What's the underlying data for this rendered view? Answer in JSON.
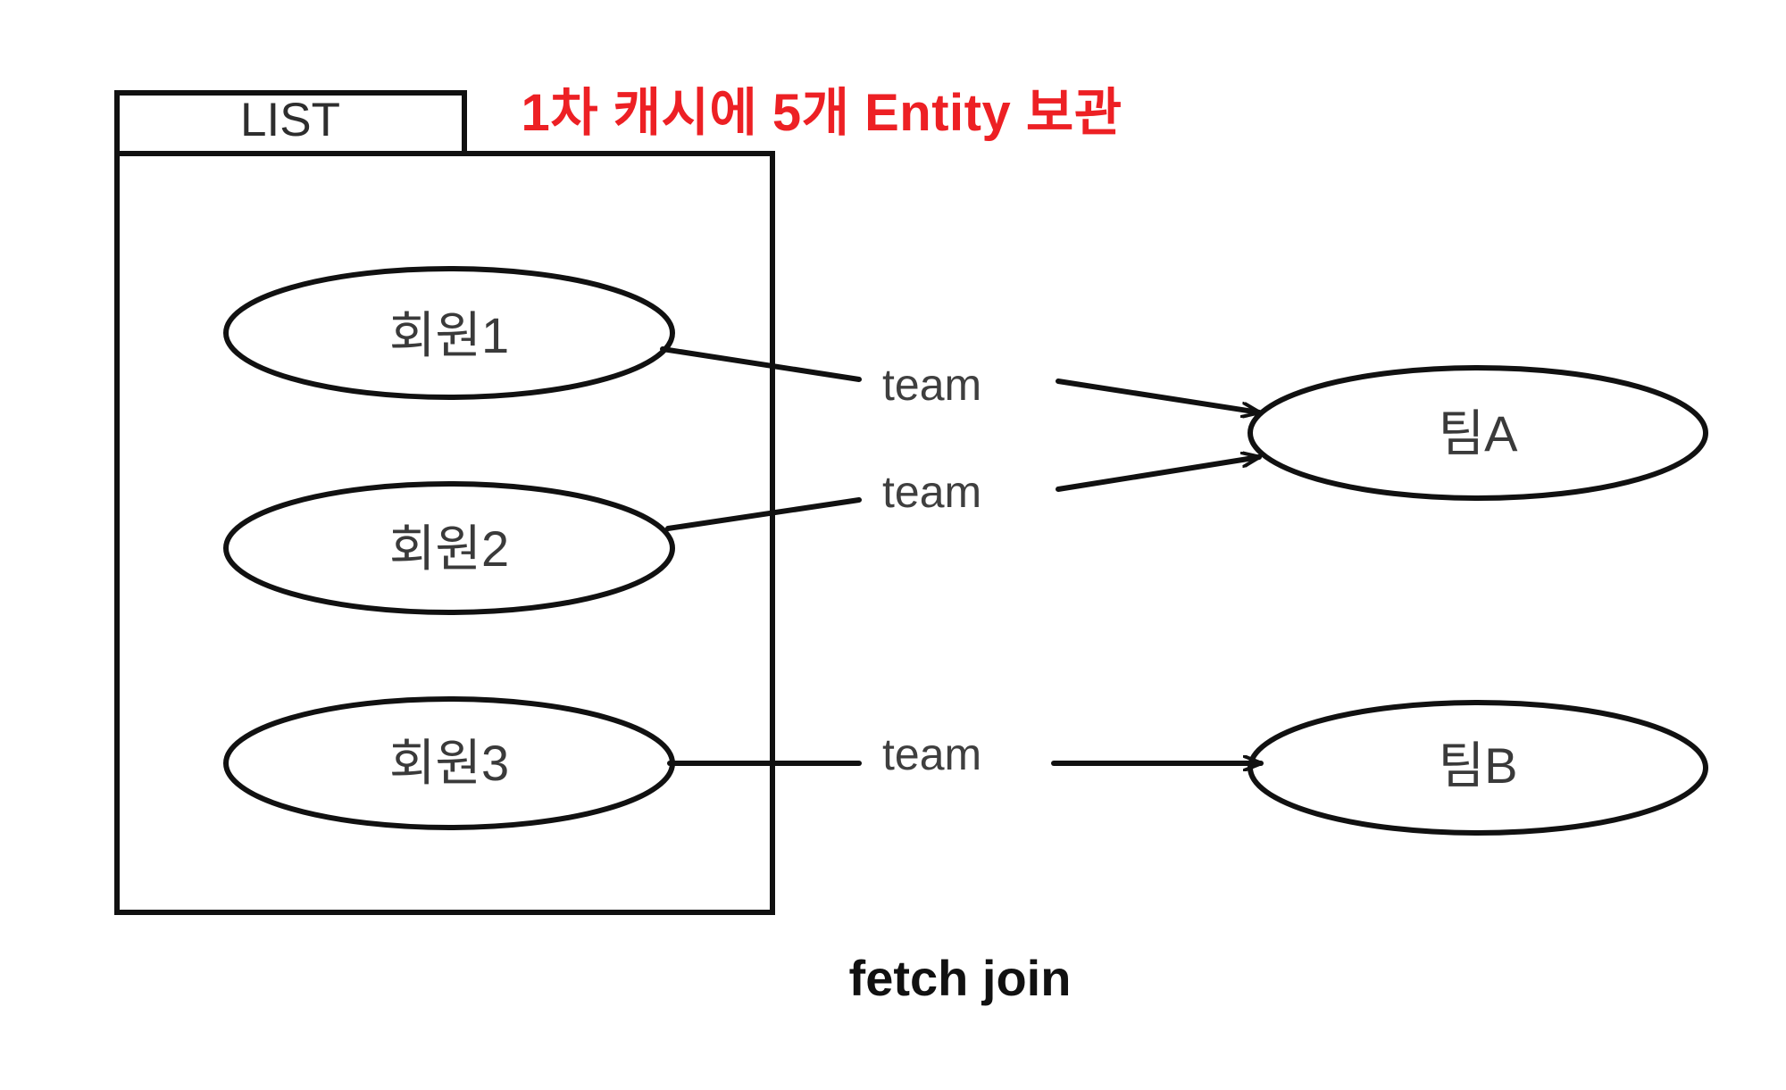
{
  "diagram": {
    "title_annotation": "1차 캐시에 5개 Entity 보관",
    "caption": "fetch join",
    "container": {
      "name": "LIST",
      "tab_label": "LIST"
    },
    "members": [
      {
        "id": "member1",
        "label": "회원1"
      },
      {
        "id": "member2",
        "label": "회원2"
      },
      {
        "id": "member3",
        "label": "회원3"
      }
    ],
    "teams": [
      {
        "id": "teamA",
        "label": "팀A"
      },
      {
        "id": "teamB",
        "label": "팀B"
      }
    ],
    "associations": [
      {
        "from": "member1",
        "to": "teamA",
        "label": "team"
      },
      {
        "from": "member2",
        "to": "teamA",
        "label": "team"
      },
      {
        "from": "member3",
        "to": "teamB",
        "label": "team"
      }
    ],
    "colors": {
      "stroke": "#111111",
      "text": "#3a3a3a",
      "annotation_red": "#ed2024",
      "background": "#ffffff"
    }
  }
}
